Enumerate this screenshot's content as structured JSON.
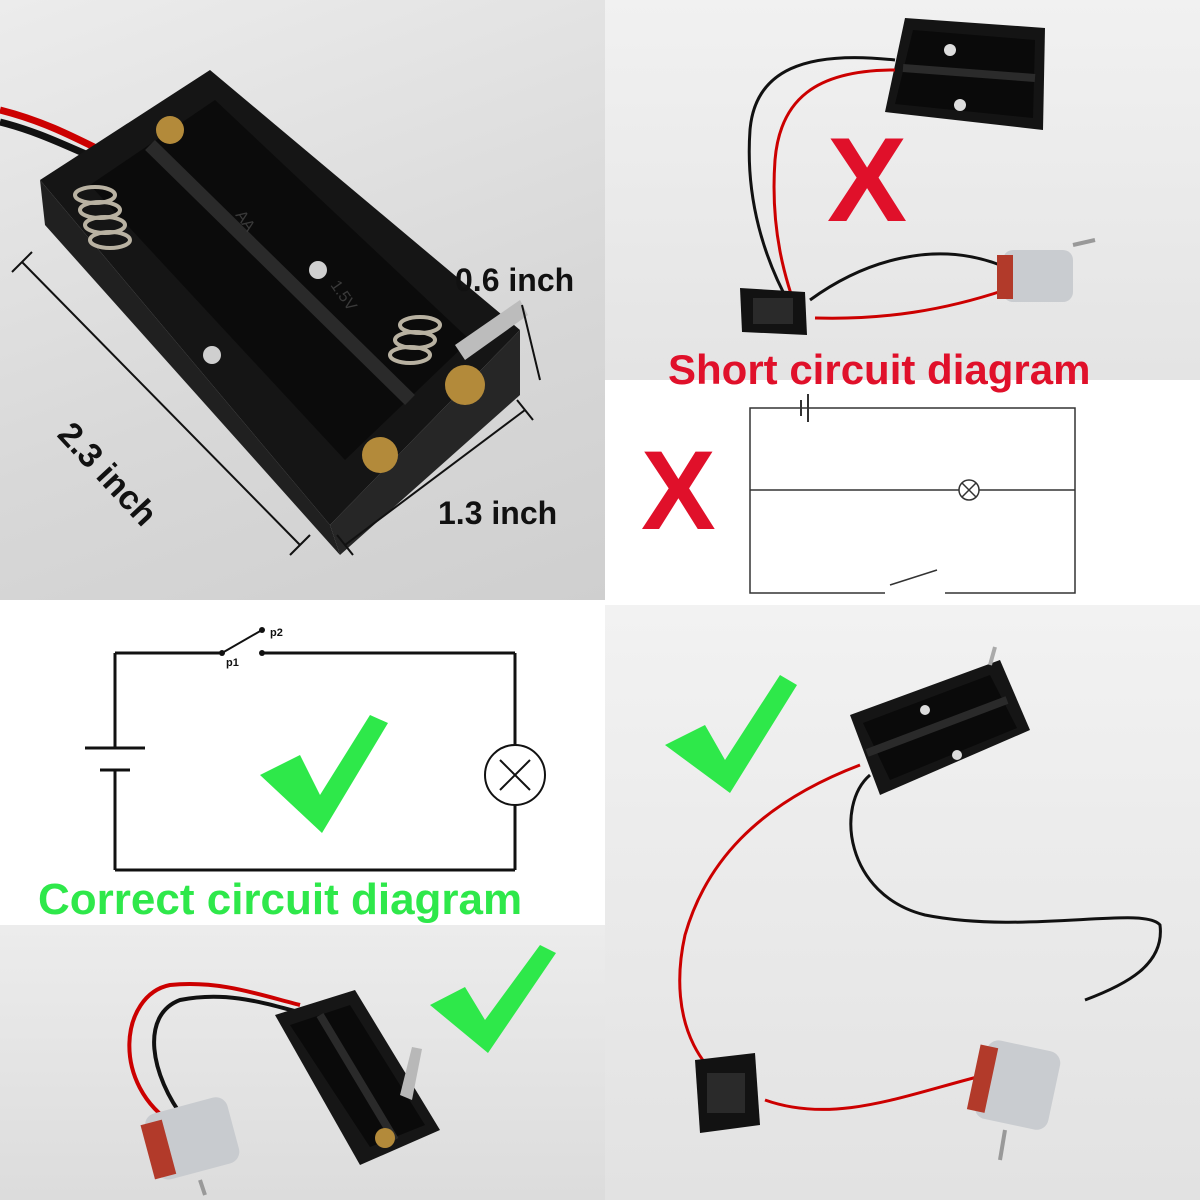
{
  "dimensions": {
    "height_label": "0.6 inch",
    "length_label": "2.3 inch",
    "width_label": "1.3 inch"
  },
  "holder_markings": {
    "voltage": "1.5V",
    "cell": "AA"
  },
  "short_circuit": {
    "caption": "Short circuit diagram",
    "mark": "X",
    "color": "#e0102a"
  },
  "correct_circuit": {
    "caption": "Correct circuit diagram",
    "switch_p1": "p1",
    "switch_p2": "p2",
    "color": "#2ee84a"
  },
  "icons": [
    "battery-holder",
    "dc-motor",
    "rocker-switch",
    "cross-mark",
    "check-mark",
    "lamp-symbol",
    "battery-symbol",
    "switch-symbol"
  ]
}
